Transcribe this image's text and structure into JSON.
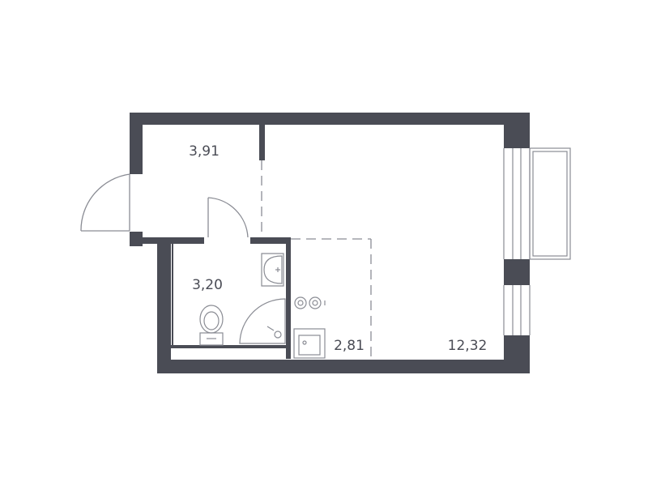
{
  "colors": {
    "wall": "#4a4c55",
    "line": "#8a8c94",
    "background": "#ffffff"
  },
  "rooms": {
    "hallway": {
      "area": "3,91"
    },
    "bathroom": {
      "area": "3,20"
    },
    "kitchen": {
      "area": "2,81"
    },
    "living_room": {
      "area": "12,32"
    }
  },
  "icons": {
    "door": "door-swing-icon",
    "sink": "sink-icon",
    "toilet": "toilet-icon",
    "shower": "shower-icon",
    "stove": "stove-icon",
    "kitchen_sink": "kitchen-sink-icon",
    "window": "window-icon",
    "balcony": "balcony-icon"
  }
}
